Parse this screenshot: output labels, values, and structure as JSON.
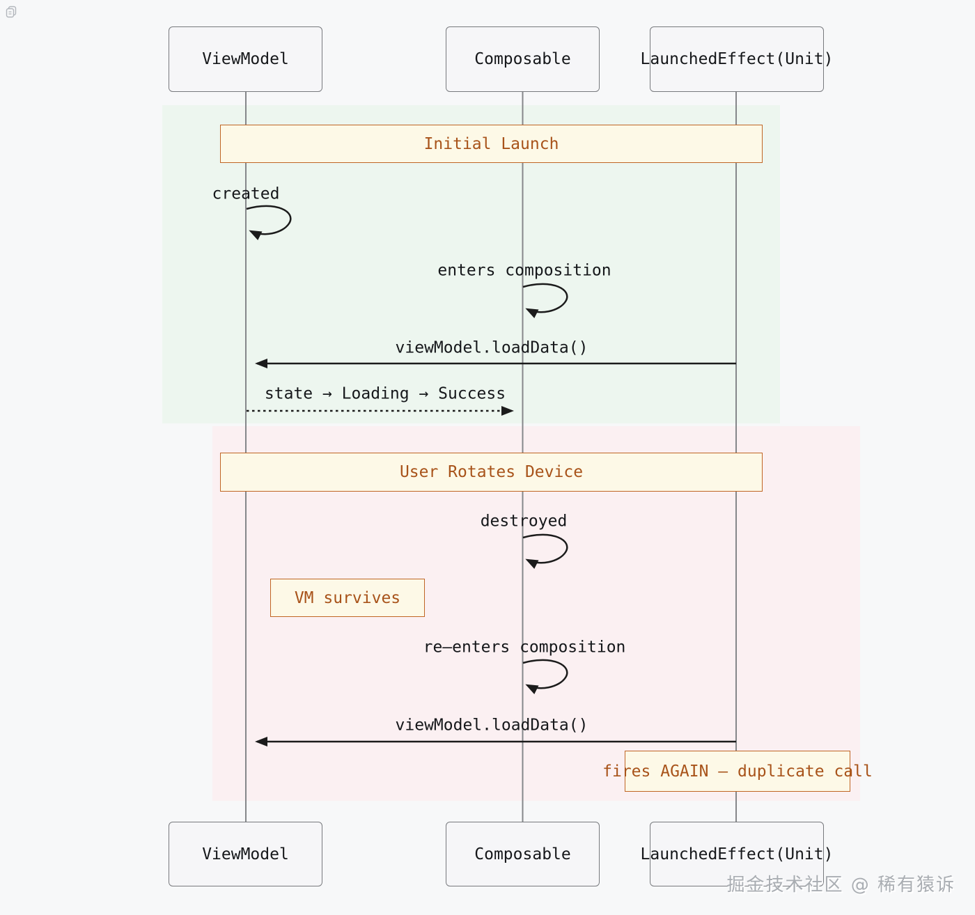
{
  "page": {
    "copy_button_icon": "copy-icon"
  },
  "actors": [
    {
      "label": "ViewModel"
    },
    {
      "label": "Composable"
    },
    {
      "label": "LaunchedEffect(Unit)"
    }
  ],
  "sections": [
    {
      "label": "Initial Launch"
    },
    {
      "label": "User Rotates Device"
    }
  ],
  "flows": [
    {
      "label": "created",
      "type": "self-loop",
      "actor": "ViewModel"
    },
    {
      "label": "enters composition",
      "type": "self-loop",
      "actor": "Composable"
    },
    {
      "label": "viewModel.loadData()",
      "type": "solid-arrow",
      "from": "LaunchedEffect(Unit)",
      "to": "ViewModel"
    },
    {
      "label": "state → Loading → Success",
      "type": "dashed-arrow",
      "from": "ViewModel",
      "to": "Composable"
    },
    {
      "label": "destroyed",
      "type": "self-loop",
      "actor": "Composable"
    },
    {
      "label": "re–enters composition",
      "type": "self-loop",
      "actor": "Composable"
    },
    {
      "label": "viewModel.loadData()",
      "type": "solid-arrow",
      "from": "LaunchedEffect(Unit)",
      "to": "ViewModel"
    }
  ],
  "notes": [
    {
      "label": "VM survives",
      "actor": "ViewModel"
    },
    {
      "label": "fires AGAIN — duplicate call",
      "actor": "LaunchedEffect(Unit)"
    }
  ],
  "watermark": {
    "text": "掘金技术社区 @ 稀有猿诉"
  },
  "colors": {
    "page_bg": "#f7f8f9",
    "section_initial_bg": "#edf6ef",
    "section_rotation_bg": "#fbf0f2",
    "note_fill": "#fdf9e7",
    "note_border": "#c06524",
    "note_text": "#a8531a",
    "actor_fill": "#f6f6f8",
    "actor_border": "#77797d",
    "lifeline": "#85878a",
    "arrow": "#1b1b1b"
  }
}
